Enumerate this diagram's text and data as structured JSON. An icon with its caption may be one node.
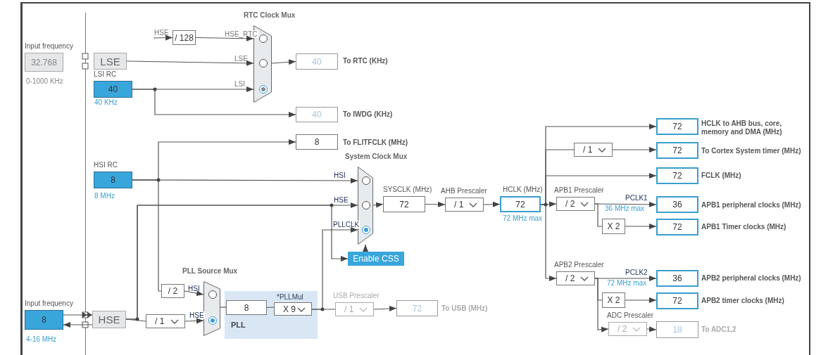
{
  "diagram": {
    "nodes": [
      {
        "text": [
          "Input frequency",
          "32.768"
        ],
        "beside": [
          "0-1000 KHz"
        ]
      },
      {
        "text": [
          "LSE"
        ]
      },
      {
        "text": [
          "LSI RC",
          "40"
        ],
        "beside": [
          "40 KHz"
        ]
      },
      {
        "text": [
          "HSI RC",
          "8"
        ],
        "beside": [
          "8 MHz"
        ]
      },
      {
        "text": [
          "Input frequency",
          "8"
        ],
        "beside": [
          "4-16 MHz"
        ]
      },
      {
        "text": [
          "HSE"
        ]
      },
      {
        "text": [
          "/ 128"
        ]
      },
      {
        "text": [
          "RTC Clock Mux"
        ]
      },
      {
        "text": [
          "40"
        ],
        "beside": [
          "To RTC (KHz)"
        ]
      },
      {
        "text": [
          "40"
        ],
        "beside": [
          "To IWDG (KHz)"
        ]
      },
      {
        "text": [
          "8"
        ],
        "beside": [
          "To FLITFCLK (MHz)"
        ]
      },
      {
        "text": [
          "System Clock Mux"
        ]
      },
      {
        "text": [
          "SYSCLK (MHz)",
          "72"
        ]
      },
      {
        "text": [
          "AHB Prescaler",
          "/ 1"
        ]
      },
      {
        "text": [
          "HCLK (MHz)",
          "72"
        ],
        "beside": [
          "72 MHz max"
        ]
      },
      {
        "text": [
          "Enable CSS"
        ]
      },
      {
        "text": [
          "/ 1"
        ]
      },
      {
        "text": [
          "/ 2"
        ]
      },
      {
        "text": [
          "PLL Source Mux"
        ]
      },
      {
        "text": [
          "PLL"
        ]
      },
      {
        "text": [
          "8"
        ],
        "in": 19
      },
      {
        "text": [
          "*PLLMul",
          "X 9"
        ],
        "in": 19
      },
      {
        "text": [
          "USB Prescaler",
          "/ 1"
        ]
      },
      {
        "text": [
          "72"
        ],
        "beside": [
          "To USB (MHz)"
        ]
      },
      {
        "text": [
          "72"
        ],
        "beside": [
          "HCLK to AHB bus, core, memory and DMA (MHz)"
        ]
      },
      {
        "text": [
          "/ 1"
        ]
      },
      {
        "text": [
          "72"
        ],
        "beside": [
          "To Cortex System timer (MHz)"
        ]
      },
      {
        "text": [
          "72"
        ],
        "beside": [
          "FCLK (MHz)"
        ]
      },
      {
        "text": [
          "APB1 Prescaler",
          "/ 2"
        ]
      },
      {
        "text": [
          "36"
        ],
        "beside": [
          "APB1 peripheral clocks (MHz)"
        ]
      },
      {
        "text": [
          "X 2"
        ]
      },
      {
        "text": [
          "72"
        ],
        "beside": [
          "APB1 Timer clocks (MHz)"
        ]
      },
      {
        "text": [
          "APB2 Prescaler",
          "/ 2"
        ]
      },
      {
        "text": [
          "36"
        ],
        "beside": [
          "APB2 peripheral clocks (MHz)"
        ]
      },
      {
        "text": [
          "X 2"
        ]
      },
      {
        "text": [
          "72"
        ],
        "beside": [
          "APB2 timer clocks (MHz)"
        ]
      },
      {
        "text": [
          "ADC Prescaler",
          "/ 2"
        ]
      },
      {
        "text": [
          "18"
        ],
        "beside": [
          "To ADC1,2"
        ]
      }
    ],
    "edges": [
      {
        "from": null,
        "to": 6,
        "arrow": "to",
        "label": "HSE"
      },
      {
        "from": 6,
        "to": 7,
        "arrow": "to",
        "label": "HSE_RTC"
      },
      {
        "from": 1,
        "to": 7,
        "arrow": "to",
        "label": "LSE"
      },
      {
        "from": 2,
        "to": 7,
        "arrow": "to",
        "label": "LSI"
      },
      {
        "from": 7,
        "to": 8,
        "arrow": "to"
      },
      {
        "from": 2,
        "to": 9,
        "arrow": "to"
      },
      {
        "from": 3,
        "to": 10,
        "arrow": "to"
      },
      {
        "from": 3,
        "to": 11,
        "arrow": "to",
        "label": "HSI"
      },
      {
        "from": 5,
        "to": 11,
        "arrow": "to",
        "label": "HSE"
      },
      {
        "from": 21,
        "to": 11,
        "arrow": "to",
        "label": "PLLCLK"
      },
      {
        "from": 5,
        "to": 15,
        "arrow": "to"
      },
      {
        "from": 15,
        "to": 11,
        "arrow": "to"
      },
      {
        "from": 11,
        "to": 12,
        "arrow": "to"
      },
      {
        "from": 12,
        "to": 13,
        "arrow": "to"
      },
      {
        "from": 13,
        "to": 14,
        "arrow": "to"
      },
      {
        "from": 14,
        "to": 24,
        "arrow": "to"
      },
      {
        "from": 14,
        "to": 25,
        "arrow": "none"
      },
      {
        "from": 25,
        "to": 26,
        "arrow": "to"
      },
      {
        "from": 14,
        "to": 27,
        "arrow": "to"
      },
      {
        "from": 14,
        "to": 28,
        "arrow": "to"
      },
      {
        "from": 28,
        "to": 29,
        "arrow": "to",
        "label": "PCLK1"
      },
      {
        "from": 28,
        "to": 30,
        "arrow": "none"
      },
      {
        "from": 30,
        "to": 31,
        "arrow": "to"
      },
      {
        "from": 14,
        "to": 32,
        "arrow": "to"
      },
      {
        "from": 32,
        "to": 33,
        "arrow": "to",
        "label": "PCLK2"
      },
      {
        "from": 32,
        "to": 34,
        "arrow": "none"
      },
      {
        "from": 34,
        "to": 35,
        "arrow": "to"
      },
      {
        "from": 32,
        "to": 36,
        "arrow": "to"
      },
      {
        "from": 36,
        "to": 37,
        "arrow": "to"
      },
      {
        "from": 4,
        "to": 5,
        "arrow": "to"
      },
      {
        "from": 5,
        "to": 4,
        "arrow": "to"
      },
      {
        "from": 5,
        "to": 16,
        "arrow": "none"
      },
      {
        "from": 16,
        "to": 18,
        "arrow": "to",
        "label": "HSE"
      },
      {
        "from": 3,
        "to": 17,
        "arrow": "none"
      },
      {
        "from": 17,
        "to": 18,
        "arrow": "to",
        "label": "HSI"
      },
      {
        "from": 18,
        "to": 20,
        "arrow": "none"
      },
      {
        "from": 20,
        "to": 21,
        "arrow": "none"
      },
      {
        "from": 21,
        "to": 22,
        "arrow": "none"
      },
      {
        "from": 22,
        "to": 23,
        "arrow": "to"
      }
    ],
    "labels": [
      "36 MHz max",
      "72 MHz max"
    ]
  }
}
